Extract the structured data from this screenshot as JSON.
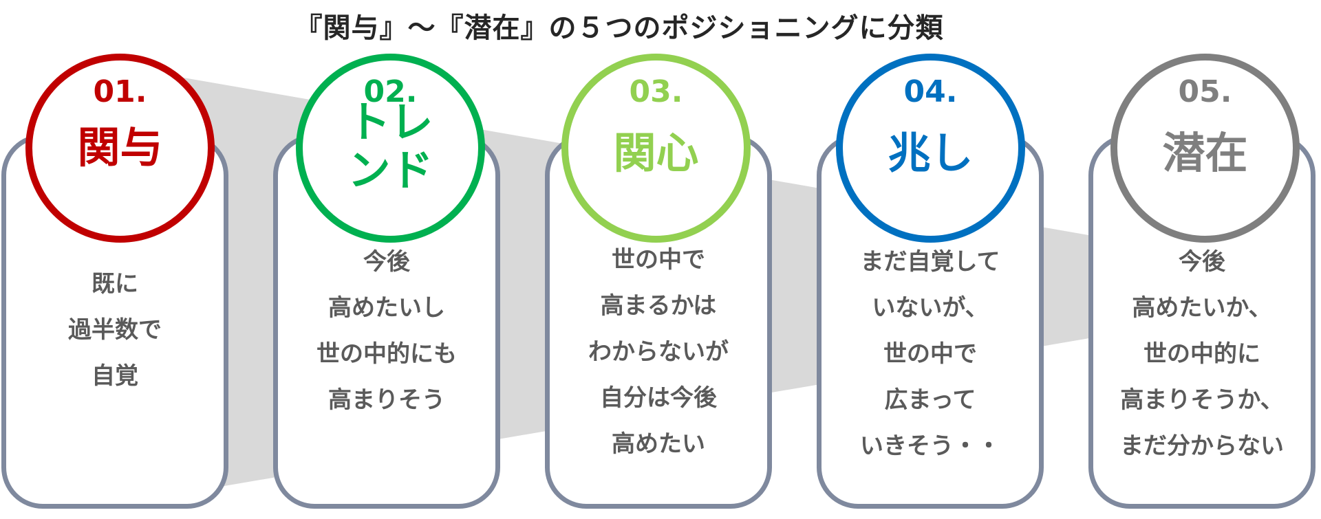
{
  "title": "『関与』〜『潜在』の５つのポジショニングに分類",
  "stages": [
    {
      "number": "01.",
      "label_lines": [
        "関与"
      ],
      "color": "#c00000",
      "description": [
        "既に",
        "過半数で",
        "自覚"
      ]
    },
    {
      "number": "02.",
      "label_lines": [
        "トレ",
        "ンド"
      ],
      "color": "#00b050",
      "description": [
        "今後",
        "高めたいし",
        "世の中的にも",
        "高まりそう"
      ]
    },
    {
      "number": "03.",
      "label_lines": [
        "関心"
      ],
      "color": "#92d050",
      "description": [
        "世の中で",
        "高まるかは",
        "わからないが",
        "自分は今後",
        "高めたい"
      ]
    },
    {
      "number": "04.",
      "label_lines": [
        "兆し"
      ],
      "color": "#0070c0",
      "description": [
        "まだ自覚して",
        "いないが、",
        "世の中で",
        "広まって",
        "いきそう・・"
      ]
    },
    {
      "number": "05.",
      "label_lines": [
        "潜在"
      ],
      "color": "#7f7f7f",
      "description": [
        "今後",
        "高めたいか、",
        "世の中的に",
        "高まりそうか、",
        "まだ分からない"
      ]
    }
  ],
  "colors": {
    "card_border": "#7f899e",
    "band": "#d9d9d9",
    "text": "#5a5a5a"
  }
}
